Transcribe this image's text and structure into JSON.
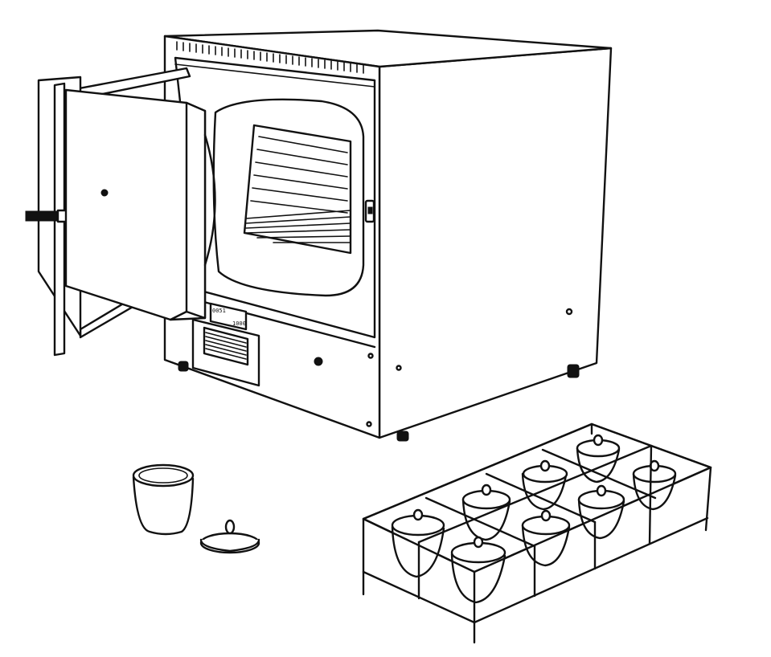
{
  "colors": {
    "ink": "#111111",
    "paper": "#ffffff"
  },
  "scene": {
    "furnace": {
      "panel_left": "0051",
      "panel_right": "1000"
    },
    "rack": {
      "crucible_count": 8
    }
  }
}
